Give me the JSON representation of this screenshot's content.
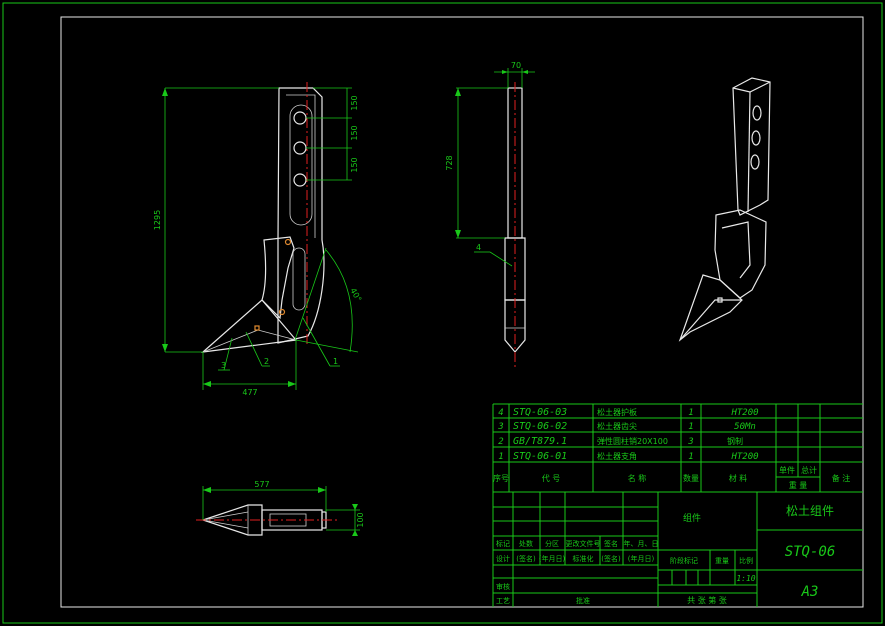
{
  "front_view": {
    "dim_height": "1295",
    "dim_width": "477",
    "dim_hole1": "150",
    "dim_hole2": "150",
    "dim_hole3": "150",
    "dim_angle": "40°",
    "leader_1": "1",
    "leader_2": "2",
    "leader_3": "3"
  },
  "side_view": {
    "dim_width": "70",
    "dim_height": "728",
    "leader_4": "4"
  },
  "top_view": {
    "dim_length": "577",
    "dim_side": "100"
  },
  "parts_list": [
    {
      "no": "4",
      "code": "STQ-06-03",
      "name": "松土器护板",
      "qty": "1",
      "material": "HT200"
    },
    {
      "no": "3",
      "code": "STQ-06-02",
      "name": "松土器齿尖",
      "qty": "1",
      "material": "50Mn"
    },
    {
      "no": "2",
      "code": "GB/T879.1",
      "name": "弹性圆柱销20X100",
      "qty": "3",
      "material": "钢制"
    },
    {
      "no": "1",
      "code": "STQ-06-01",
      "name": "松土器支角",
      "qty": "1",
      "material": "HT200"
    }
  ],
  "parts_header": {
    "no": "序号",
    "code": "代  号",
    "name": "名  称",
    "qty": "数量",
    "material": "材  料",
    "unit_weight": "单件",
    "total_weight": "总计",
    "weight": "重  量",
    "remark": "备  注"
  },
  "title_block": {
    "assembly": "组件",
    "drawing_name": "松土组件",
    "drawing_no": "STQ-06",
    "sheet_size": "A3",
    "scale": "1:10",
    "label_mark": "标记",
    "label_count": "处数",
    "label_zone": "分区",
    "label_change_doc": "更改文件号",
    "label_sign": "签名",
    "label_date": "年、月、日",
    "label_design": "设计",
    "label_design_sign": "(签名)",
    "label_design_date": "(年月日)",
    "label_standard": "标准化",
    "label_std_sign": "(签名)",
    "label_std_date": "(年月日)",
    "label_stage": "阶段标记",
    "label_weight": "重量",
    "label_scale": "比例",
    "label_review": "审核",
    "label_process": "工艺",
    "label_approve": "批准",
    "label_sheets": "共  张  第  张"
  }
}
